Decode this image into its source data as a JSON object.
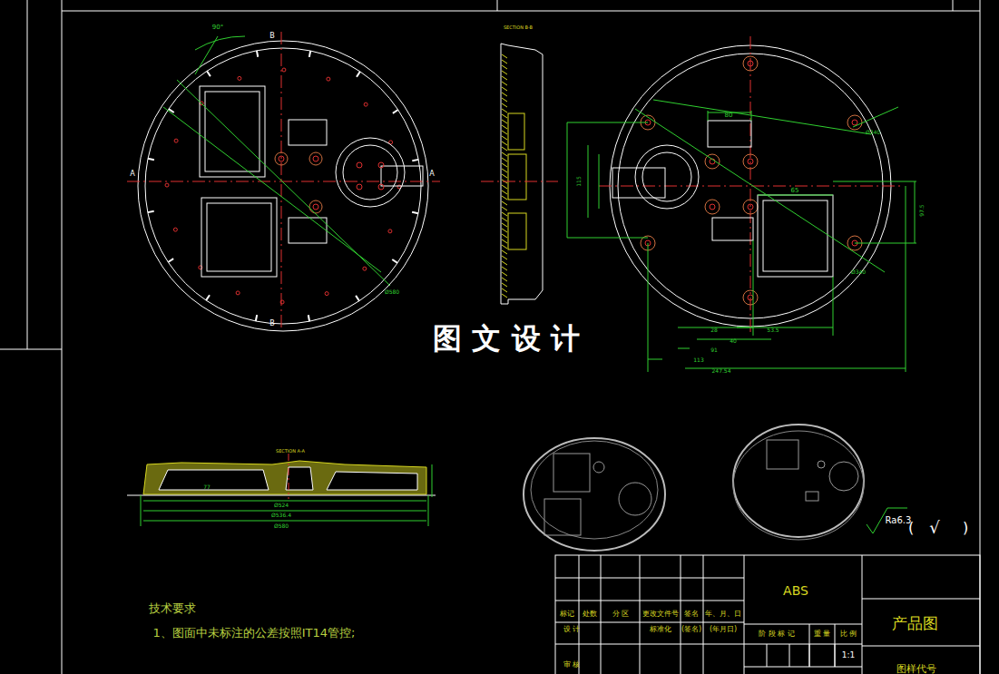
{
  "diagram": {
    "labels": [
      "90°",
      "B",
      "B",
      "A",
      "A",
      "Ø580",
      "SECTION B-B",
      "SECTION A-A",
      "80",
      "115",
      "65",
      "97.5",
      "28",
      "40",
      "53.5",
      "91",
      "113",
      "247.54",
      "Ø340",
      "Ø340",
      "Ø524",
      "Ø536.4",
      "Ø580",
      "77",
      "图 文 设 计",
      "技术要求",
      "1、图面中未标注的公差按照IT14管控;",
      "Ra6.3",
      "(",
      "√",
      ")",
      "ABS",
      "产品图",
      "标记",
      "处数",
      "分 区",
      "更改文件号",
      "签名",
      "年、月、日",
      "设 计",
      "标准化",
      "(签名)",
      "(年月日)",
      "阶 段 标 记",
      "重 量",
      "比 例",
      "1:1",
      "审 核",
      "图样代号"
    ]
  }
}
